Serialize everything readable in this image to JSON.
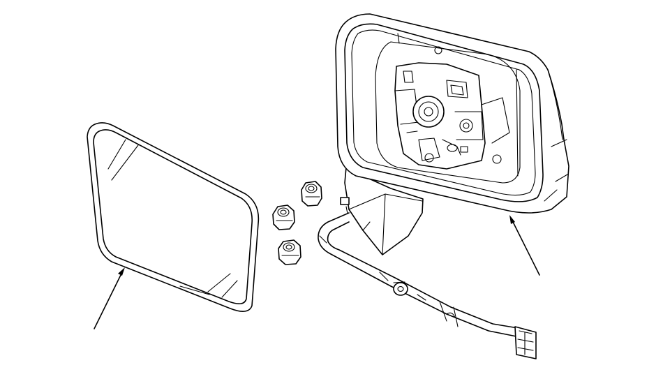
{
  "diagram": {
    "line_color": "#000000",
    "background": "#ffffff",
    "parts": [
      {
        "name": "mirror-glass"
      },
      {
        "name": "mirror-housing-assembly"
      },
      {
        "name": "mounting-nut",
        "count": 3
      },
      {
        "name": "wire-harness-connector"
      }
    ],
    "callouts": [
      {
        "target": "mirror-glass"
      },
      {
        "target": "mirror-housing-assembly"
      }
    ]
  }
}
